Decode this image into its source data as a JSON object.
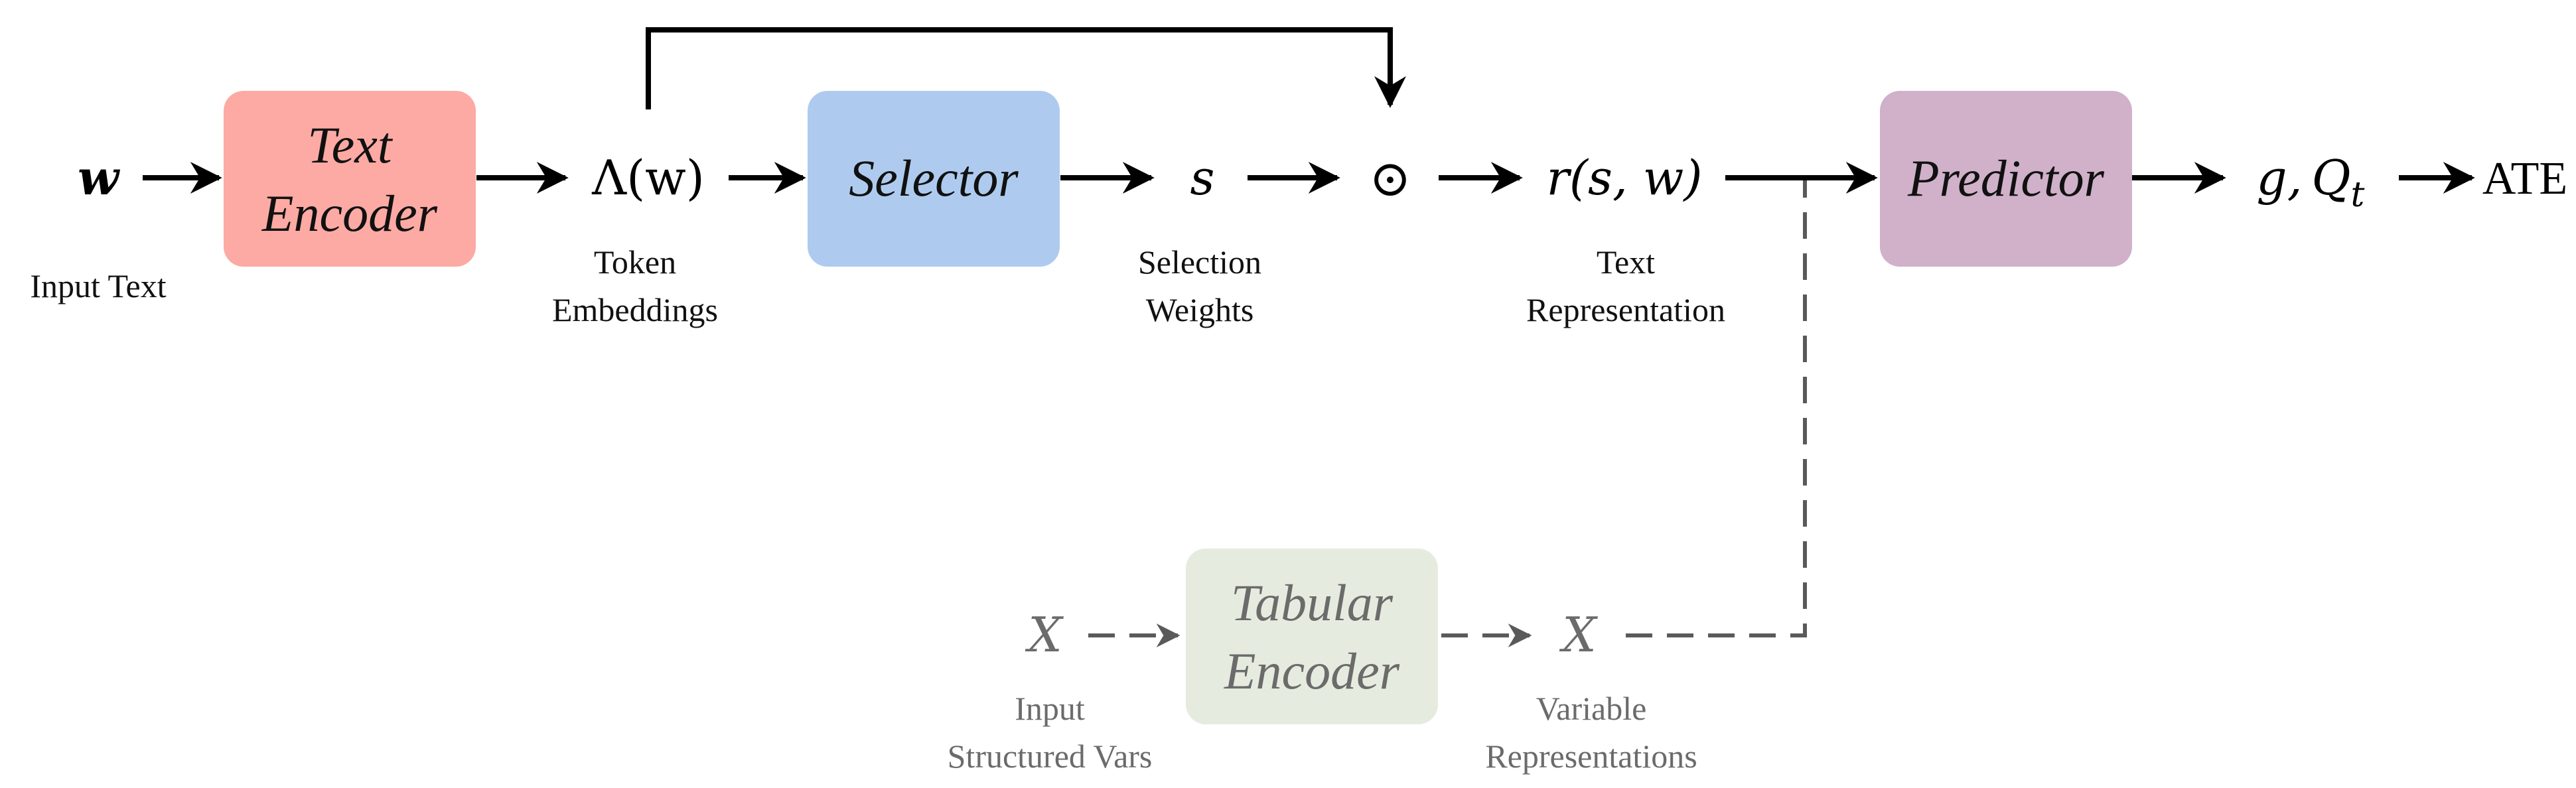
{
  "colors": {
    "text_encoder": "#fcaaa3",
    "selector": "#aecbef",
    "predictor": "#d0b1c9",
    "tabular_encoder": "#e5ecdf",
    "line": "#000000",
    "dashed_line": "#5a5a5a",
    "muted_text": "#6b6b6b"
  },
  "main_flow": {
    "input_symbol": "w",
    "input_caption": "Input Text",
    "text_encoder": {
      "line1": "Text",
      "line2": "Encoder"
    },
    "embedding_symbol": "Λ(w)",
    "embedding_caption": {
      "line1": "Token",
      "line2": "Embeddings"
    },
    "selector": "Selector",
    "selection_symbol": "s",
    "selection_caption": {
      "line1": "Selection",
      "line2": "Weights"
    },
    "product_symbol": "⊙",
    "representation_symbol": "r(s, w)",
    "representation_caption": {
      "line1": "Text",
      "line2": "Representation"
    },
    "predictor": "Predictor",
    "output_symbol": "g, Qt",
    "output_symbol_parts": {
      "g": "g",
      "comma": ",",
      "Q": "Q",
      "sub": "t"
    },
    "final_output": "ATE"
  },
  "structured_flow": {
    "input_symbol": "X",
    "input_caption": {
      "line1": "Input",
      "line2": "Structured Vars"
    },
    "tabular_encoder": {
      "line1": "Tabular",
      "line2": "Encoder"
    },
    "output_symbol": "X",
    "output_caption": {
      "line1": "Variable",
      "line2": "Representations"
    }
  }
}
